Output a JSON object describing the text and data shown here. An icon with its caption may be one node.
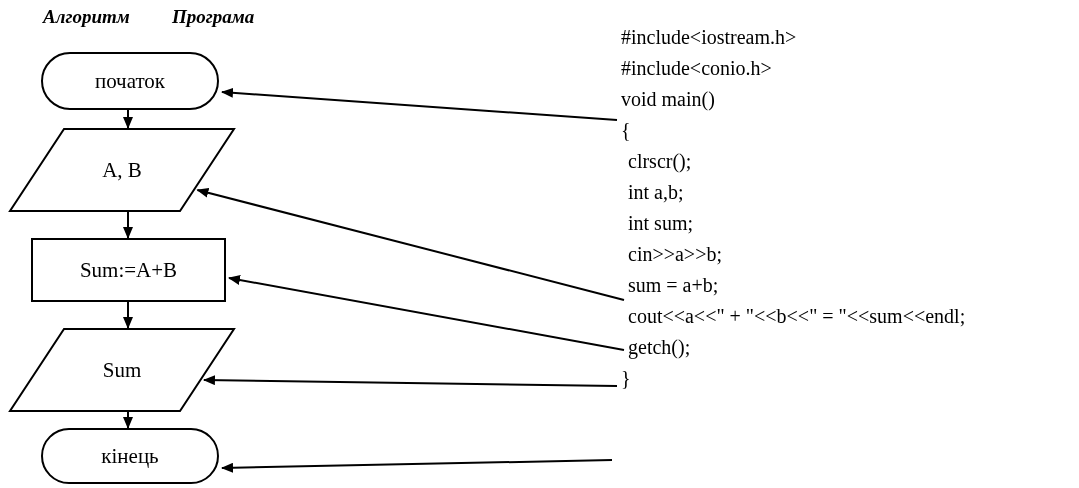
{
  "diagram": {
    "nodes": [
      {
        "text": [
          "початок"
        ]
      },
      {
        "text": [
          "A, B"
        ]
      },
      {
        "text": [
          "Sum:=A+B"
        ]
      },
      {
        "text": [
          "Sum"
        ]
      },
      {
        "text": [
          "кінець"
        ]
      },
      {
        "text": [
          "{"
        ]
      },
      {
        "text": [
          "sum = a+b;"
        ]
      },
      {
        "text": [
          "getch();"
        ]
      },
      {
        "text": [
          "}"
        ]
      }
    ],
    "edges": [
      {
        "from": 0,
        "to": 1,
        "arrow": "to"
      },
      {
        "from": 1,
        "to": 2,
        "arrow": "to"
      },
      {
        "from": 2,
        "to": 3,
        "arrow": "to"
      },
      {
        "from": 3,
        "to": 4,
        "arrow": "to"
      },
      {
        "from": 5,
        "to": 0,
        "arrow": "to"
      },
      {
        "from": 6,
        "to": 1,
        "arrow": "to"
      },
      {
        "from": 7,
        "to": 2,
        "arrow": "to"
      },
      {
        "from": 8,
        "to": 3,
        "arrow": "to"
      },
      {
        "from": null,
        "to": 4,
        "arrow": "to"
      }
    ],
    "labels": [
      "Алгоритм",
      "Програма",
      "#include<iostream.h>",
      "#include<conio.h>",
      "void main()",
      "clrscr();",
      "int a,b;",
      "int sum;",
      "cin>>a>>b;",
      "cout<<a<<\" + \"<<b<<\" = \"<<sum<<endl;"
    ]
  }
}
